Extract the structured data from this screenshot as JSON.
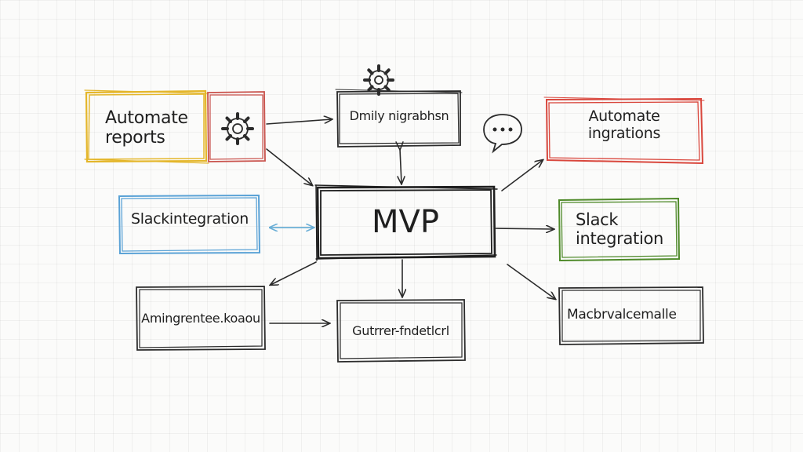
{
  "diagram": {
    "center": {
      "label": "MVP"
    },
    "nodes": {
      "automate_reports": {
        "label": "Automate\nreports",
        "color": "#e4b62a"
      },
      "daily_integration": {
        "label": "Dmily nigrabhsn",
        "color": "#2b2b2b"
      },
      "automate_integrations": {
        "label": "Automate ingrations",
        "color": "#d9473d"
      },
      "slack_integration_left": {
        "label": "Slackintegration",
        "color": "#5aa2d6"
      },
      "slack_integration_right": {
        "label": "Slack\nintegration",
        "color": "#4f8a2a"
      },
      "amingrentee": {
        "label": "Amingrentee.koaou",
        "color": "#2b2b2b"
      },
      "gutrrer": {
        "label": "Gutrrer-fndetlcrl",
        "color": "#2b2b2b"
      },
      "macbrvalce": {
        "label": "Macbrvalcemalle",
        "color": "#2b2b2b"
      }
    },
    "colors": {
      "ink": "#2b2b2b",
      "gear_box": "#c9524c",
      "double_arrow": "#6aaed6"
    },
    "icons": [
      "gear-icon",
      "gear-icon",
      "speech-bubble-icon"
    ]
  }
}
